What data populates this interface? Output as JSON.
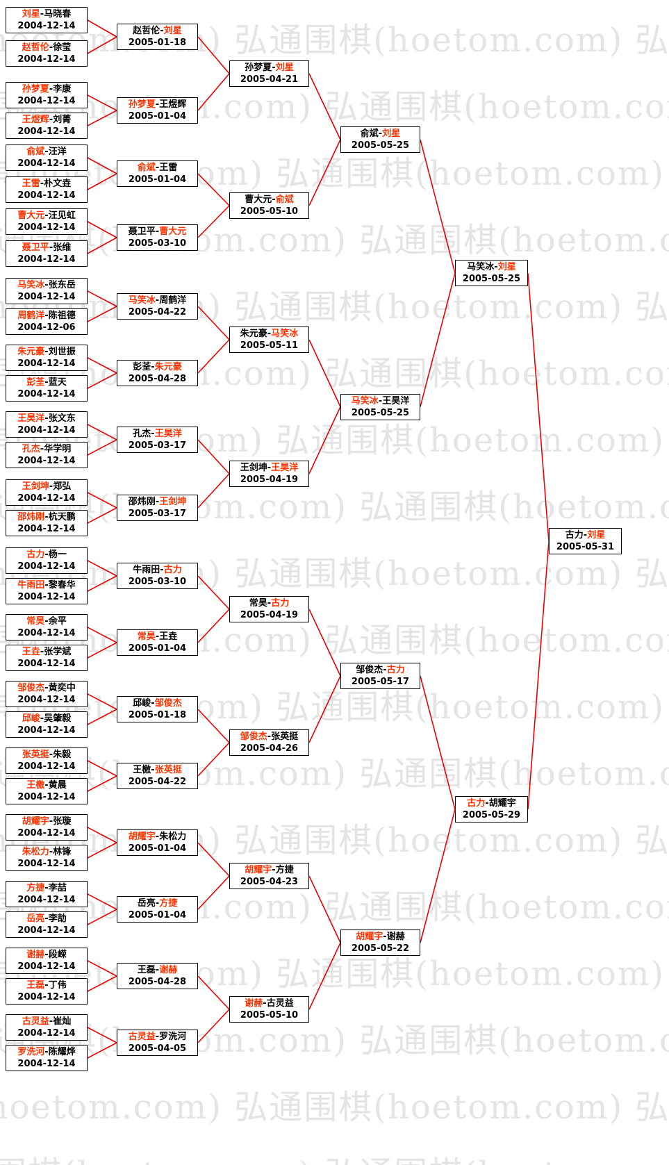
{
  "watermark": "弘通围棋(hoetom.com)",
  "separator": "-",
  "colors": {
    "winner": "#ff3300",
    "player": "#000000",
    "line": "#ee0000",
    "box_border": "#000000",
    "box_background": "#ffffff",
    "watermark": "#e4e4e4",
    "page_background": "#ffffff"
  },
  "bracket": {
    "rounds": [
      {
        "matches": [
          {
            "p1": "刘星",
            "p2": "马晓春",
            "date": "2004-12-14",
            "winner": 1
          },
          {
            "p1": "赵哲伦",
            "p2": "徐莹",
            "date": "2004-12-14",
            "winner": 1
          },
          {
            "p1": "孙梦夏",
            "p2": "李康",
            "date": "2004-12-14",
            "winner": 1
          },
          {
            "p1": "王煜辉",
            "p2": "刘菁",
            "date": "2004-12-14",
            "winner": 1
          },
          {
            "p1": "俞斌",
            "p2": "汪洋",
            "date": "2004-12-14",
            "winner": 1
          },
          {
            "p1": "王雷",
            "p2": "朴文垚",
            "date": "2004-12-14",
            "winner": 1
          },
          {
            "p1": "曹大元",
            "p2": "汪见虹",
            "date": "2004-12-14",
            "winner": 1
          },
          {
            "p1": "聂卫平",
            "p2": "张维",
            "date": "2004-12-14",
            "winner": 1
          },
          {
            "p1": "马笑冰",
            "p2": "张东岳",
            "date": "2004-12-14",
            "winner": 1
          },
          {
            "p1": "周鹤洋",
            "p2": "陈祖德",
            "date": "2004-12-06",
            "winner": 1
          },
          {
            "p1": "朱元豪",
            "p2": "刘世振",
            "date": "2004-12-14",
            "winner": 1
          },
          {
            "p1": "彭荃",
            "p2": "蓝天",
            "date": "2004-12-14",
            "winner": 1
          },
          {
            "p1": "王昊洋",
            "p2": "张文东",
            "date": "2004-12-14",
            "winner": 1
          },
          {
            "p1": "孔杰",
            "p2": "华学明",
            "date": "2004-12-14",
            "winner": 1
          },
          {
            "p1": "王剑坤",
            "p2": "郑弘",
            "date": "2004-12-14",
            "winner": 1
          },
          {
            "p1": "邵炜刚",
            "p2": "杭天鹏",
            "date": "2004-12-14",
            "winner": 1
          },
          {
            "p1": "古力",
            "p2": "杨一",
            "date": "2004-12-14",
            "winner": 1
          },
          {
            "p1": "牛雨田",
            "p2": "黎春华",
            "date": "2004-12-14",
            "winner": 1
          },
          {
            "p1": "常昊",
            "p2": "余平",
            "date": "2004-12-14",
            "winner": 1
          },
          {
            "p1": "王垚",
            "p2": "张学斌",
            "date": "2004-12-14",
            "winner": 1
          },
          {
            "p1": "邹俊杰",
            "p2": "黄奕中",
            "date": "2004-12-14",
            "winner": 1
          },
          {
            "p1": "邱峻",
            "p2": "吴肇毅",
            "date": "2004-12-14",
            "winner": 1
          },
          {
            "p1": "张英挺",
            "p2": "朱毅",
            "date": "2004-12-14",
            "winner": 1
          },
          {
            "p1": "王檄",
            "p2": "黄晨",
            "date": "2004-12-14",
            "winner": 1
          },
          {
            "p1": "胡耀宇",
            "p2": "张璇",
            "date": "2004-12-14",
            "winner": 1
          },
          {
            "p1": "朱松力",
            "p2": "林锋",
            "date": "2004-12-14",
            "winner": 1
          },
          {
            "p1": "方捷",
            "p2": "李喆",
            "date": "2004-12-14",
            "winner": 1
          },
          {
            "p1": "岳亮",
            "p2": "李劼",
            "date": "2004-12-14",
            "winner": 1
          },
          {
            "p1": "谢赫",
            "p2": "段嵘",
            "date": "2004-12-14",
            "winner": 1
          },
          {
            "p1": "王磊",
            "p2": "丁伟",
            "date": "2004-12-14",
            "winner": 1
          },
          {
            "p1": "古灵益",
            "p2": "崔灿",
            "date": "2004-12-14",
            "winner": 1
          },
          {
            "p1": "罗洗河",
            "p2": "陈耀烨",
            "date": "2004-12-14",
            "winner": 1
          }
        ]
      },
      {
        "matches": [
          {
            "p1": "赵哲伦",
            "p2": "刘星",
            "date": "2005-01-18",
            "winner": 2
          },
          {
            "p1": "孙梦夏",
            "p2": "王煜辉",
            "date": "2005-01-04",
            "winner": 1
          },
          {
            "p1": "俞斌",
            "p2": "王雷",
            "date": "2005-01-04",
            "winner": 1
          },
          {
            "p1": "聂卫平",
            "p2": "曹大元",
            "date": "2005-03-10",
            "winner": 2
          },
          {
            "p1": "马笑冰",
            "p2": "周鹤洋",
            "date": "2005-04-22",
            "winner": 1
          },
          {
            "p1": "彭荃",
            "p2": "朱元豪",
            "date": "2005-04-28",
            "winner": 2
          },
          {
            "p1": "孔杰",
            "p2": "王昊洋",
            "date": "2005-03-17",
            "winner": 2
          },
          {
            "p1": "邵炜刚",
            "p2": "王剑坤",
            "date": "2005-03-17",
            "winner": 2
          },
          {
            "p1": "牛雨田",
            "p2": "古力",
            "date": "2005-03-10",
            "winner": 2
          },
          {
            "p1": "常昊",
            "p2": "王垚",
            "date": "2005-01-04",
            "winner": 1
          },
          {
            "p1": "邱峻",
            "p2": "邹俊杰",
            "date": "2005-01-18",
            "winner": 2
          },
          {
            "p1": "王檄",
            "p2": "张英挺",
            "date": "2005-04-22",
            "winner": 2
          },
          {
            "p1": "胡耀宇",
            "p2": "朱松力",
            "date": "2005-01-04",
            "winner": 1
          },
          {
            "p1": "岳亮",
            "p2": "方捷",
            "date": "2005-01-04",
            "winner": 2
          },
          {
            "p1": "王磊",
            "p2": "谢赫",
            "date": "2005-04-28",
            "winner": 2
          },
          {
            "p1": "古灵益",
            "p2": "罗洗河",
            "date": "2005-04-05",
            "winner": 1
          }
        ]
      },
      {
        "matches": [
          {
            "p1": "孙梦夏",
            "p2": "刘星",
            "date": "2005-04-21",
            "winner": 2
          },
          {
            "p1": "曹大元",
            "p2": "俞斌",
            "date": "2005-05-10",
            "winner": 2
          },
          {
            "p1": "朱元豪",
            "p2": "马笑冰",
            "date": "2005-05-11",
            "winner": 2
          },
          {
            "p1": "王剑坤",
            "p2": "王昊洋",
            "date": "2005-04-19",
            "winner": 2
          },
          {
            "p1": "常昊",
            "p2": "古力",
            "date": "2005-04-19",
            "winner": 2
          },
          {
            "p1": "邹俊杰",
            "p2": "张英挺",
            "date": "2005-04-26",
            "winner": 1
          },
          {
            "p1": "胡耀宇",
            "p2": "方捷",
            "date": "2005-04-23",
            "winner": 1
          },
          {
            "p1": "谢赫",
            "p2": "古灵益",
            "date": "2005-05-10",
            "winner": 1
          }
        ]
      },
      {
        "matches": [
          {
            "p1": "俞斌",
            "p2": "刘星",
            "date": "2005-05-25",
            "winner": 2
          },
          {
            "p1": "马笑冰",
            "p2": "王昊洋",
            "date": "2005-05-25",
            "winner": 1
          },
          {
            "p1": "邹俊杰",
            "p2": "古力",
            "date": "2005-05-17",
            "winner": 2
          },
          {
            "p1": "胡耀宇",
            "p2": "谢赫",
            "date": "2005-05-22",
            "winner": 1
          }
        ]
      },
      {
        "matches": [
          {
            "p1": "马笑冰",
            "p2": "刘星",
            "date": "2005-05-25",
            "winner": 2
          },
          {
            "p1": "古力",
            "p2": "胡耀宇",
            "date": "2005-05-29",
            "winner": 1
          }
        ]
      },
      {
        "matches": [
          {
            "p1": "古力",
            "p2": "刘星",
            "date": "2005-05-31",
            "winner": 2
          }
        ]
      }
    ]
  }
}
